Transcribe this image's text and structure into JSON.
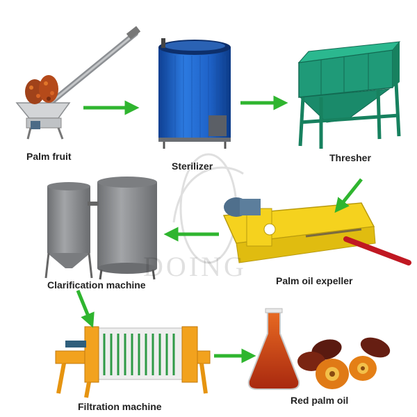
{
  "diagram": {
    "steps": [
      {
        "id": "palm-fruit",
        "label": "Palm fruit"
      },
      {
        "id": "sterilizer",
        "label": "Sterilizer"
      },
      {
        "id": "thresher",
        "label": "Thresher"
      },
      {
        "id": "palm-oil-expeller",
        "label": "Palm oil expeller"
      },
      {
        "id": "clarification-machine",
        "label": "Clarification machine"
      },
      {
        "id": "filtration-machine",
        "label": "Filtration machine"
      },
      {
        "id": "red-palm-oil",
        "label": "Red palm oil"
      }
    ],
    "watermark": "DOING",
    "colors": {
      "arrow": "#2fb52f",
      "sterilizer_blue": "#1f63c9",
      "thresher_green": "#1f9a78",
      "expeller_yellow": "#f5d21e",
      "tank_gray": "#8b8d90",
      "filter_orange": "#f2a21e",
      "oil_red": "#c0391a"
    }
  }
}
